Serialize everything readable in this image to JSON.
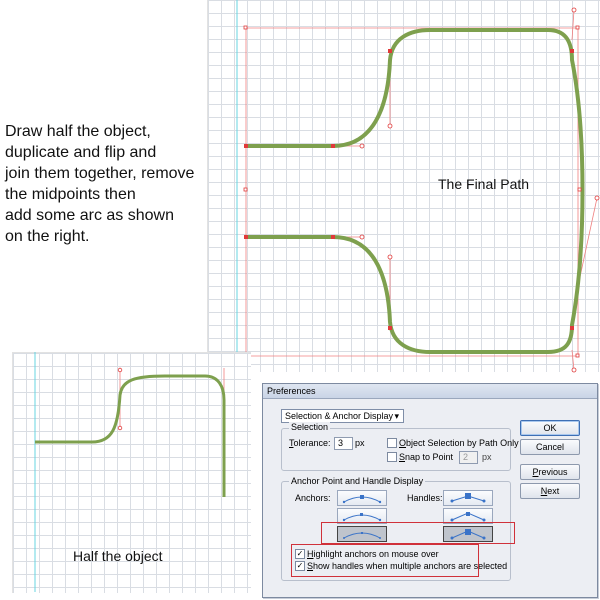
{
  "instructions": {
    "lines": [
      "Draw half the object,",
      "duplicate and flip and",
      "join them together, remove",
      "the midpoints then",
      "add some arc as shown",
      "on the right."
    ]
  },
  "canvas": {
    "final_label": "The Final Path",
    "half_label": "Half the object"
  },
  "colors": {
    "path": "#7ea04e",
    "anchor": "#e03a3a",
    "guide": "#67d4e0",
    "grid": "#d9dde3",
    "highlight": "#d0313a"
  },
  "preferences": {
    "title": "Preferences",
    "section_select": "Selection & Anchor Display",
    "selection_group": "Selection",
    "tolerance": {
      "label_prefix": "T",
      "label_rest": "olerance:",
      "value": "3",
      "unit": "px"
    },
    "object_selection": {
      "label_prefix": "O",
      "label_rest": "bject Selection by Path Only",
      "checked": false
    },
    "snap_to_point": {
      "label_prefix": "S",
      "label_rest": "nap to Point",
      "checked": false,
      "value": "2",
      "unit": "px"
    },
    "anchor_group": "Anchor Point and Handle Display",
    "anchors_label": "Anchors:",
    "handles_label": "Handles:",
    "highlight_anchors": {
      "label_prefix": "H",
      "label_rest": "ighlight anchors on mouse over",
      "checked": true
    },
    "show_handles": {
      "label_prefix": "S",
      "label_rest": "how handles when multiple anchors are selected",
      "checked": true
    },
    "buttons": {
      "ok": "OK",
      "cancel": "Cancel",
      "previous_prefix": "P",
      "previous_rest": "revious",
      "next_prefix": "N",
      "next_rest": "ext"
    }
  }
}
